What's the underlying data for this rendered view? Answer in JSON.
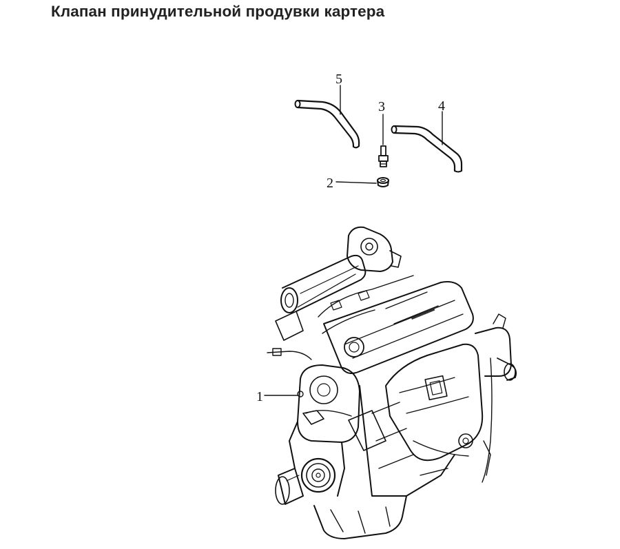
{
  "title": "Клапан принудительной продувки картера",
  "callouts": {
    "c1": "1",
    "c2": "2",
    "c3": "3",
    "c4": "4",
    "c5": "5"
  }
}
